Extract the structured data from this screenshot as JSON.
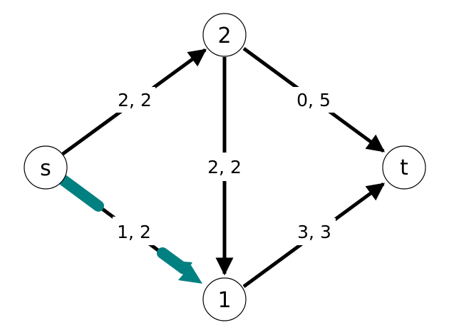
{
  "colors": {
    "edge": "#000000",
    "highlight": "#008080",
    "node_fill": "#ffffff",
    "node_stroke": "#000000"
  },
  "nodes": [
    {
      "id": "s",
      "label": "s"
    },
    {
      "id": "n2",
      "label": "2"
    },
    {
      "id": "n1",
      "label": "1"
    },
    {
      "id": "t",
      "label": "t"
    }
  ],
  "edges": [
    {
      "id": "s-2",
      "from": "s",
      "to": "n2",
      "label": "2, 2",
      "highlighted": false
    },
    {
      "id": "s-1",
      "from": "s",
      "to": "n1",
      "label": "1, 2",
      "highlighted": true
    },
    {
      "id": "2-1",
      "from": "n2",
      "to": "n1",
      "label": "2, 2",
      "highlighted": false
    },
    {
      "id": "2-t",
      "from": "n2",
      "to": "t",
      "label": "0, 5",
      "highlighted": false
    },
    {
      "id": "1-t",
      "from": "n1",
      "to": "t",
      "label": "3, 3",
      "highlighted": false
    }
  ]
}
